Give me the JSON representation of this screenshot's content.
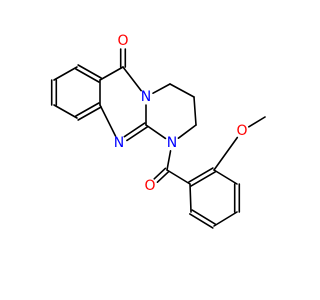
{
  "structure": {
    "colors": {
      "bond": "#000000",
      "oxygen": "#ff0000",
      "nitrogen": "#0000ff"
    },
    "atoms": [
      {
        "id": "O1",
        "element": "O",
        "label": "O"
      },
      {
        "id": "O2",
        "element": "O",
        "label": "O"
      },
      {
        "id": "O3",
        "element": "O",
        "label": "O"
      },
      {
        "id": "N1",
        "element": "N",
        "label": "N"
      },
      {
        "id": "N2",
        "element": "N",
        "label": "N"
      },
      {
        "id": "N3",
        "element": "N",
        "label": "N"
      }
    ]
  }
}
